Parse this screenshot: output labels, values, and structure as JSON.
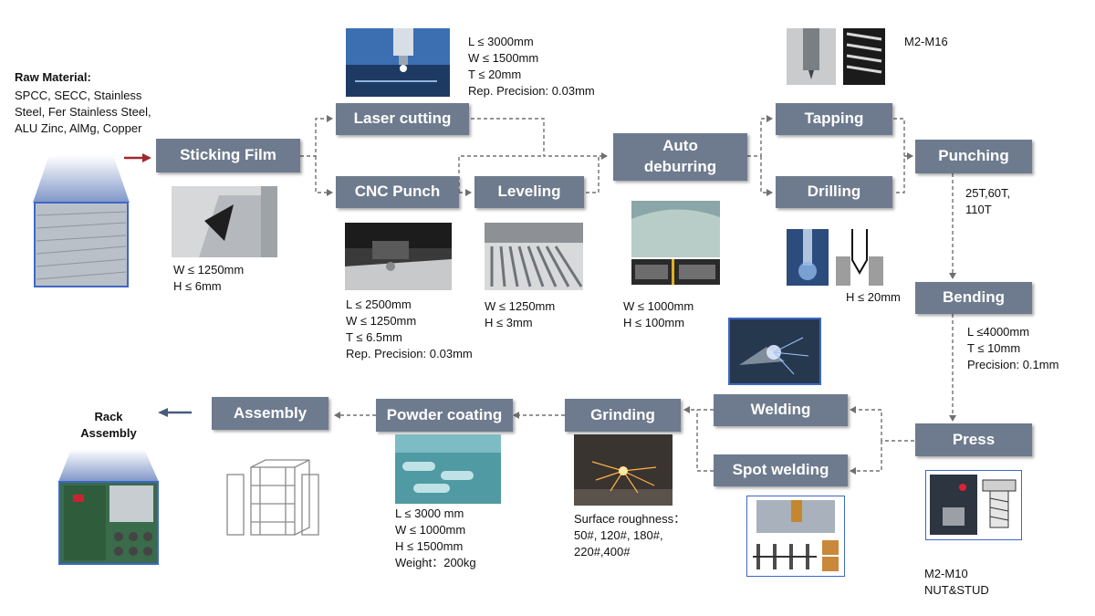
{
  "raw_material": {
    "title": "Raw Material:",
    "lines": [
      "SPCC, SECC, Stainless",
      "Steel, Fer Stainless Steel,",
      "ALU Zinc, AlMg, Copper"
    ]
  },
  "steps": {
    "sticking_film": "Sticking Film",
    "laser_cutting": "Laser cutting",
    "cnc_punch": "CNC Punch",
    "leveling": "Leveling",
    "auto_deburring_line1": "Auto",
    "auto_deburring_line2": "deburring",
    "tapping": "Tapping",
    "drilling": "Drilling",
    "punching": "Punching",
    "bending": "Bending",
    "press": "Press",
    "welding": "Welding",
    "spot_welding": "Spot welding",
    "grinding": "Grinding",
    "powder_coating": "Powder coating",
    "assembly": "Assembly"
  },
  "specs": {
    "sticking_film": [
      "W ≤ 1250mm",
      "H ≤ 6mm"
    ],
    "laser_cutting": [
      "L ≤ 3000mm",
      "W ≤ 1500mm",
      "T ≤ 20mm",
      "Rep. Precision:  0.03mm"
    ],
    "cnc_punch": [
      "L ≤ 2500mm",
      "W ≤ 1250mm",
      "T ≤ 6.5mm",
      "Rep. Precision: 0.03mm"
    ],
    "leveling": [
      "W ≤ 1250mm",
      "H ≤ 3mm"
    ],
    "auto_deburring": [
      "W ≤ 1000mm",
      "H ≤ 100mm"
    ],
    "tapping": [
      "M2-M16"
    ],
    "drilling": [
      "H ≤ 20mm"
    ],
    "punching": [
      "25T,60T,",
      "110T"
    ],
    "bending": [
      "L ≤4000mm",
      "T ≤ 10mm",
      "Precision: 0.1mm"
    ],
    "press": [
      "M2-M10",
      "NUT&STUD"
    ],
    "grinding": [
      "Surface roughness：",
      "50#, 120#, 180#,",
      "220#,400#"
    ],
    "powder_coating": [
      "L ≤ 3000 mm",
      "W ≤ 1000mm",
      "H ≤ 1500mm",
      "Weight：200kg"
    ]
  },
  "rack_assembly": [
    "Rack",
    "Assembly"
  ],
  "icons": {
    "raw_material": "sheet-stack-icon",
    "sticking_film": "film-sheet-icon",
    "laser_cutting": "laser-cutter-icon",
    "cnc_punch": "cnc-punch-icon",
    "leveling": "leveler-icon",
    "auto_deburring": "deburring-icon",
    "tapping": "tap-tool-icon",
    "drilling": "drill-icon",
    "welding": "welding-icon",
    "spot_welding": "spot-weld-icon",
    "press": "press-nut-icon",
    "grinding": "grinder-sparks-icon",
    "powder_coating": "spray-coating-icon",
    "assembly": "rack-frame-icon",
    "rack_assembly": "rack-cabinet-icon"
  },
  "colors": {
    "step_box": "#6e7b8e",
    "step_text": "#ffffff",
    "connector": "#707070",
    "start_arrow": "#a0282e",
    "end_arrow": "#4a5a80",
    "photo_border": "#3e67c8"
  }
}
